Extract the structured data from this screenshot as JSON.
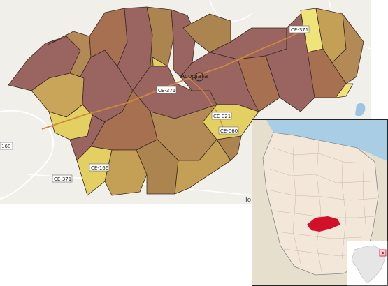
{
  "colors": {
    "background": "#f1efe9",
    "dark": "#9a6460",
    "mid": "#ab8450",
    "light": "#d9c15c",
    "bright": "#efe47a",
    "highlight": "#d1102a",
    "sea": "#a8cde4",
    "road": "#c98a40"
  },
  "main_map": {
    "city_label": "Acopiara",
    "fragment_label": "Io"
  },
  "roads": [
    {
      "id": "ce-371-ne",
      "label": "CE-371"
    },
    {
      "id": "ce-371-center",
      "label": "CE-371"
    },
    {
      "id": "ce-021",
      "label": "CE-021"
    },
    {
      "id": "ce-060",
      "label": "CE-060"
    },
    {
      "id": "ce-166",
      "label": "CE-166"
    },
    {
      "id": "ce-371-sw",
      "label": "CE-371"
    },
    {
      "id": "168-left",
      "label": "168"
    }
  ]
}
